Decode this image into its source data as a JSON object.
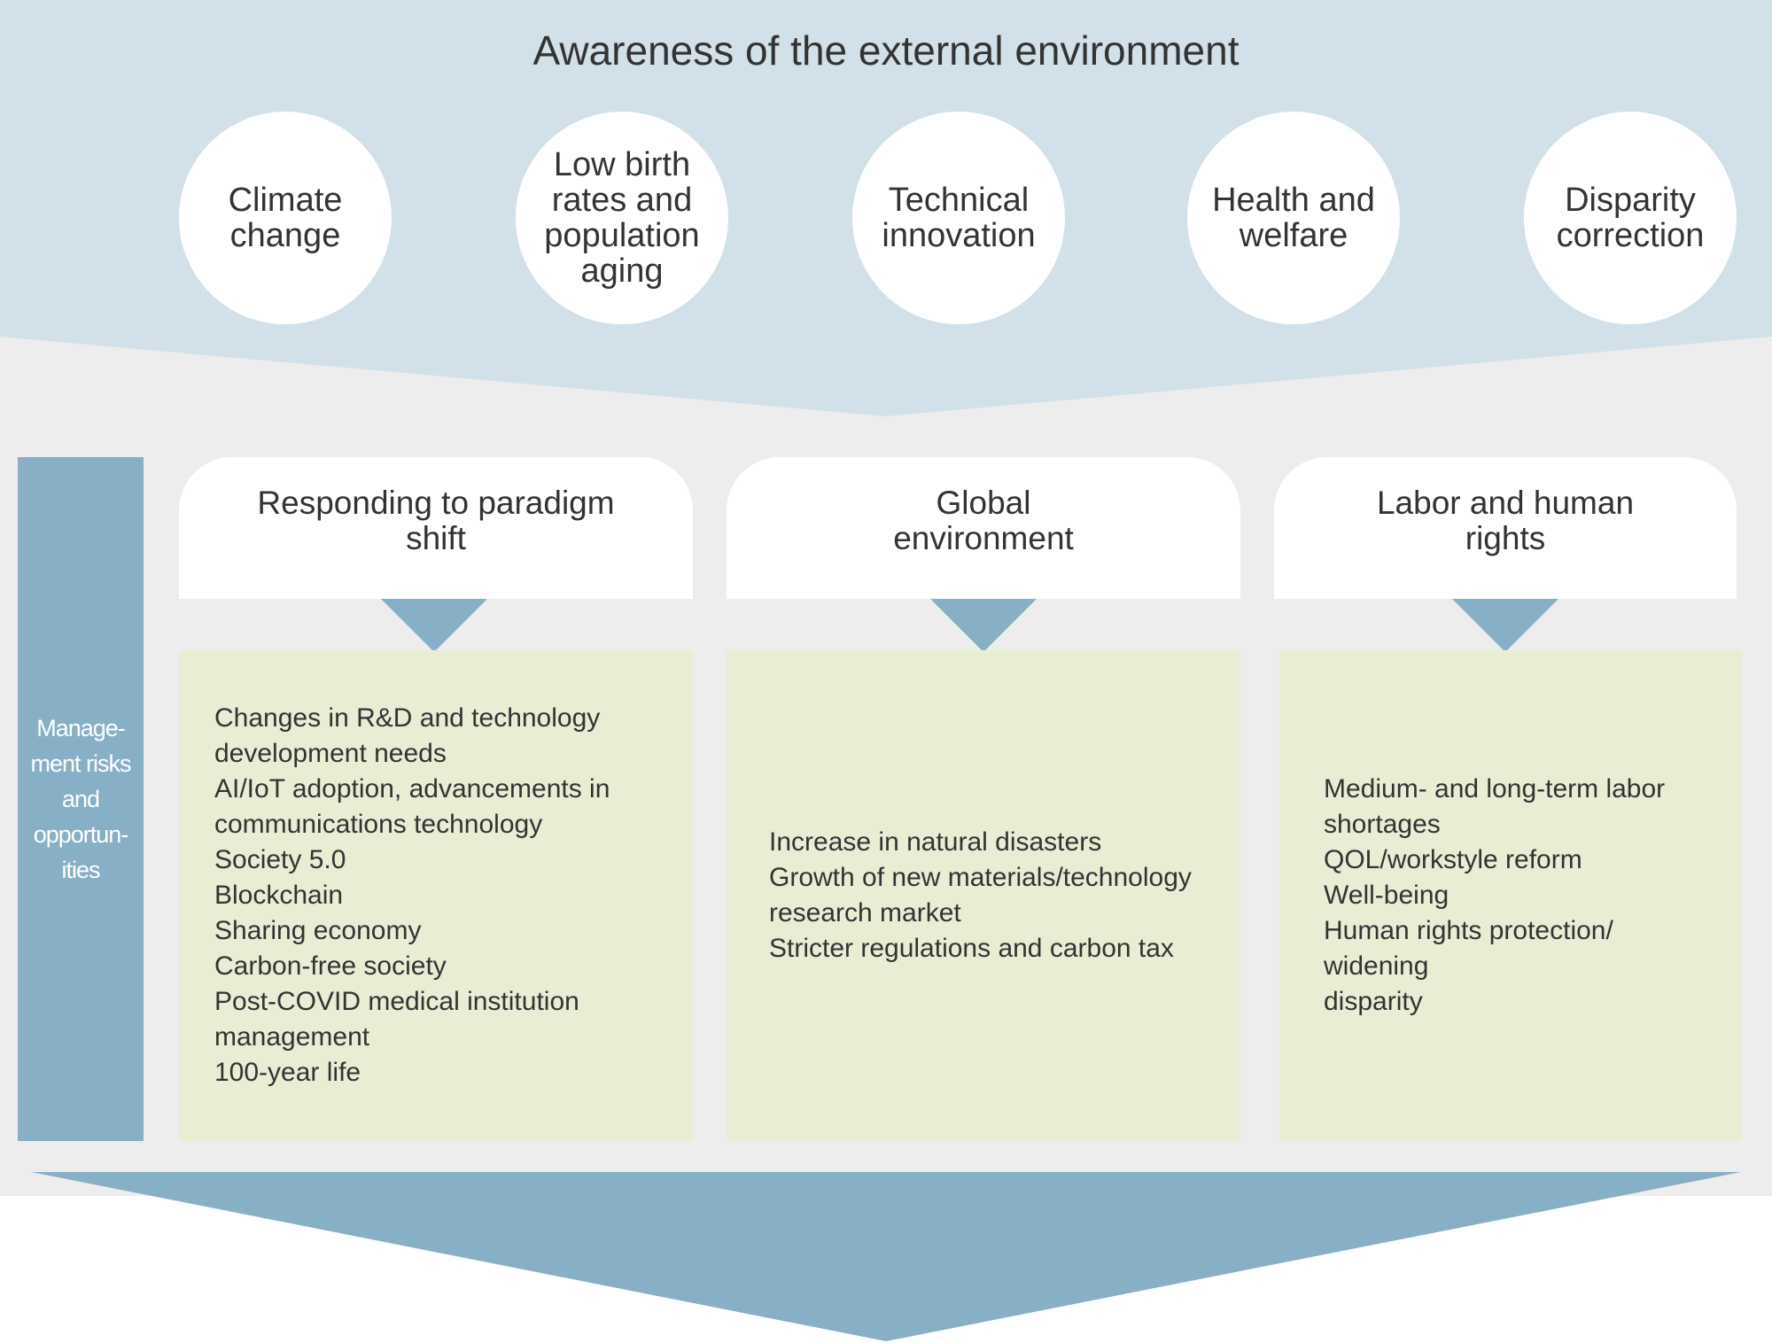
{
  "header": {
    "title": "Awareness of the external environment"
  },
  "circles": [
    {
      "label": "Climate change"
    },
    {
      "label": "Low birth rates and population aging"
    },
    {
      "label": "Technical innovation"
    },
    {
      "label": "Health and welfare"
    },
    {
      "label": "Disparity correction"
    }
  ],
  "side_label": "Manage-ment risks and opportun-ities",
  "columns": [
    {
      "heading": "Responding to paradigm shift",
      "items": [
        "Changes in R&D and technology development needs",
        "AI/IoT adoption, advancements in communications technology",
        "Society 5.0",
        "Blockchain",
        "Sharing economy",
        "Carbon-free society",
        "Post-COVID medical institution management",
        "100-year life"
      ]
    },
    {
      "heading": "Global environment",
      "items": [
        "Increase in natural disasters",
        "Growth of new materials/technology research market",
        "Stricter regulations and carbon tax"
      ]
    },
    {
      "heading": "Labor and human rights",
      "items": [
        "Medium- and long-term labor shortages",
        "QOL/workstyle reform",
        "Well-being",
        "Human rights protection/ widening",
        "disparity"
      ]
    }
  ],
  "colors": {
    "top_band": "#d2e1e9",
    "middle_band": "#ededed",
    "accent_blue": "#87afc6",
    "content_green": "#e7eed4",
    "white": "#ffffff",
    "text": "#333333"
  }
}
